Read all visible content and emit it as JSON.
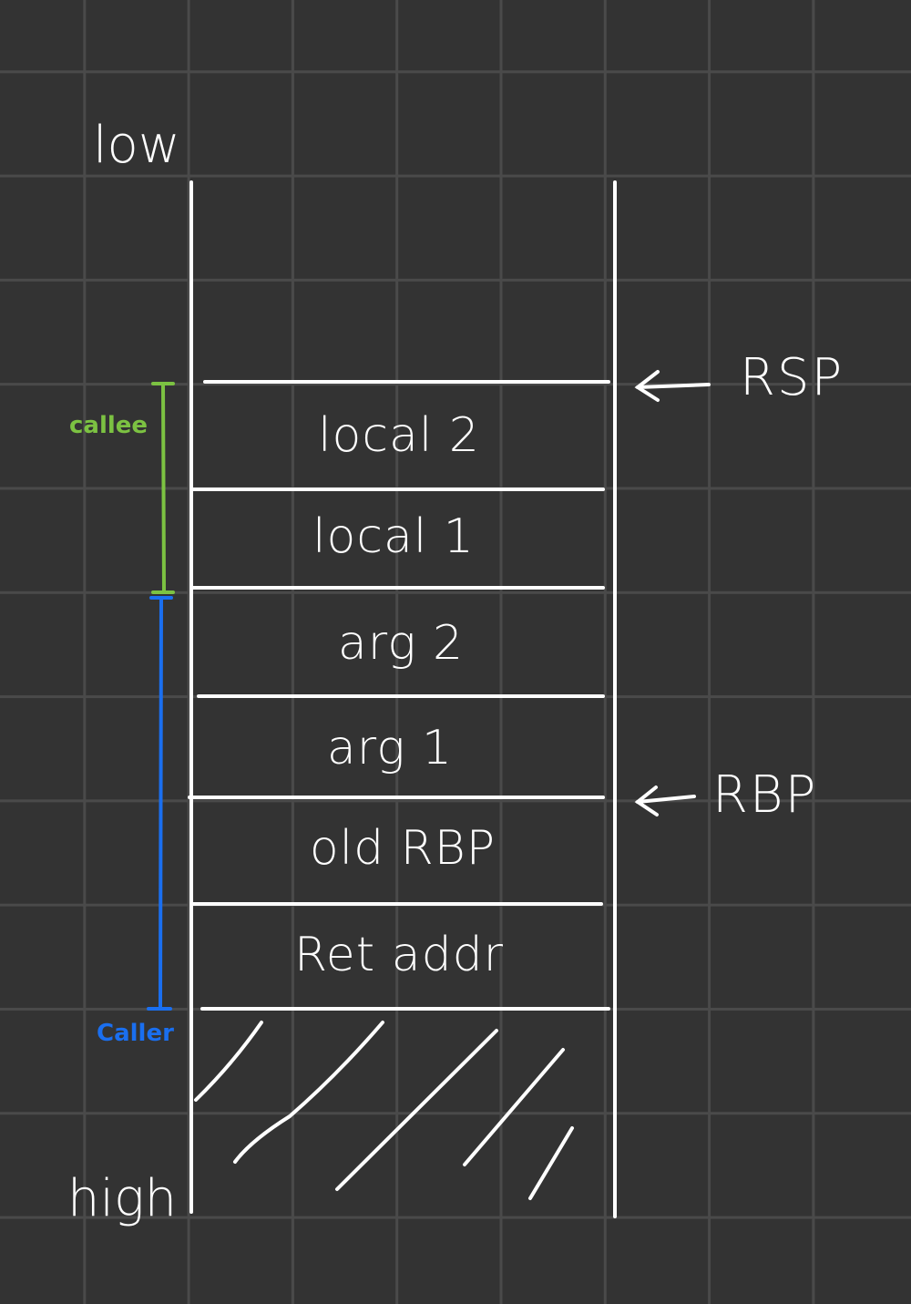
{
  "diagram": {
    "end_labels": {
      "low": "low",
      "high": "high"
    },
    "cells": [
      {
        "label": "local 2"
      },
      {
        "label": "local 1"
      },
      {
        "label": "arg 2"
      },
      {
        "label": "arg 1"
      },
      {
        "label": "old RBP"
      },
      {
        "label": "Ret addr"
      }
    ],
    "pointers": [
      {
        "label": "RSP"
      },
      {
        "label": "RBP"
      }
    ],
    "brackets": [
      {
        "label": "callee",
        "color": "#7cc242"
      },
      {
        "label": "Caller",
        "color": "#1a6ff0"
      }
    ],
    "colors": {
      "background": "#333333",
      "grid": "#4a4a4a",
      "ink": "#ffffff"
    }
  }
}
